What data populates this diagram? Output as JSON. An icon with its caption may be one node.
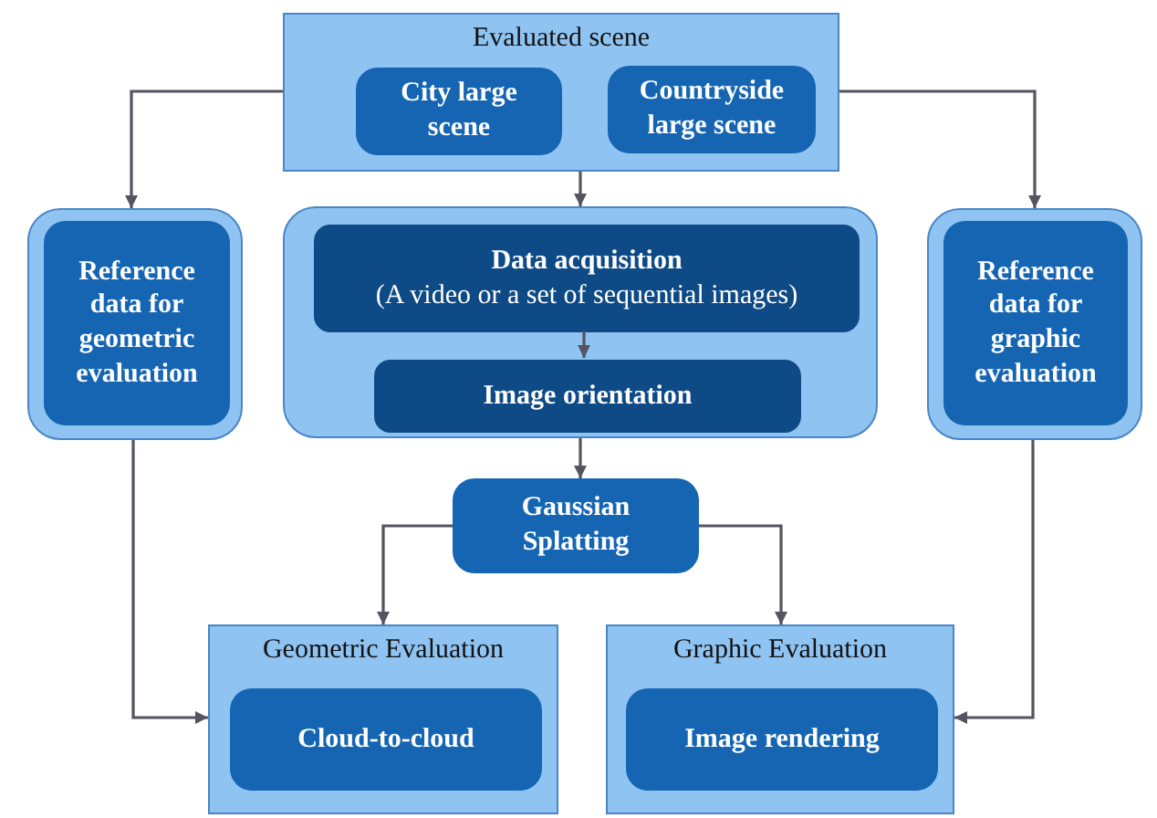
{
  "diagram": {
    "nodes": [
      {
        "text": [
          "Evaluated scene"
        ]
      },
      {
        "text": [
          "City large scene"
        ],
        "in": 0
      },
      {
        "text": [
          "Countryside large scene"
        ],
        "in": 0
      },
      {
        "text": [],
        "shape": "box"
      },
      {
        "text": [
          "Reference data for geometric evaluation"
        ],
        "in": 3
      },
      {
        "text": [],
        "shape": "box"
      },
      {
        "text": [
          "Data acquisition",
          "(A video or a set of sequential images)"
        ],
        "in": 5
      },
      {
        "text": [
          "Image orientation"
        ],
        "in": 5
      },
      {
        "text": [],
        "shape": "box"
      },
      {
        "text": [
          "Reference data for graphic evaluation"
        ],
        "in": 8
      },
      {
        "text": [
          "Gaussian Splatting"
        ]
      },
      {
        "text": [
          "Geometric Evaluation"
        ]
      },
      {
        "text": [
          "Cloud-to-cloud"
        ],
        "in": 11
      },
      {
        "text": [
          "Graphic Evaluation"
        ]
      },
      {
        "text": [
          "Image rendering"
        ],
        "in": 13
      }
    ],
    "edges": [
      {
        "from": 0,
        "to": 3,
        "arrow": "to"
      },
      {
        "from": 0,
        "to": 8,
        "arrow": "to"
      },
      {
        "from": 0,
        "to": 5,
        "arrow": "to"
      },
      {
        "from": 6,
        "to": 7,
        "arrow": "to"
      },
      {
        "from": 5,
        "to": 10,
        "arrow": "to"
      },
      {
        "from": 10,
        "to": 11,
        "arrow": "to"
      },
      {
        "from": 10,
        "to": 13,
        "arrow": "to"
      },
      {
        "from": 3,
        "to": 11,
        "arrow": "to"
      },
      {
        "from": 8,
        "to": 13,
        "arrow": "to"
      }
    ]
  }
}
